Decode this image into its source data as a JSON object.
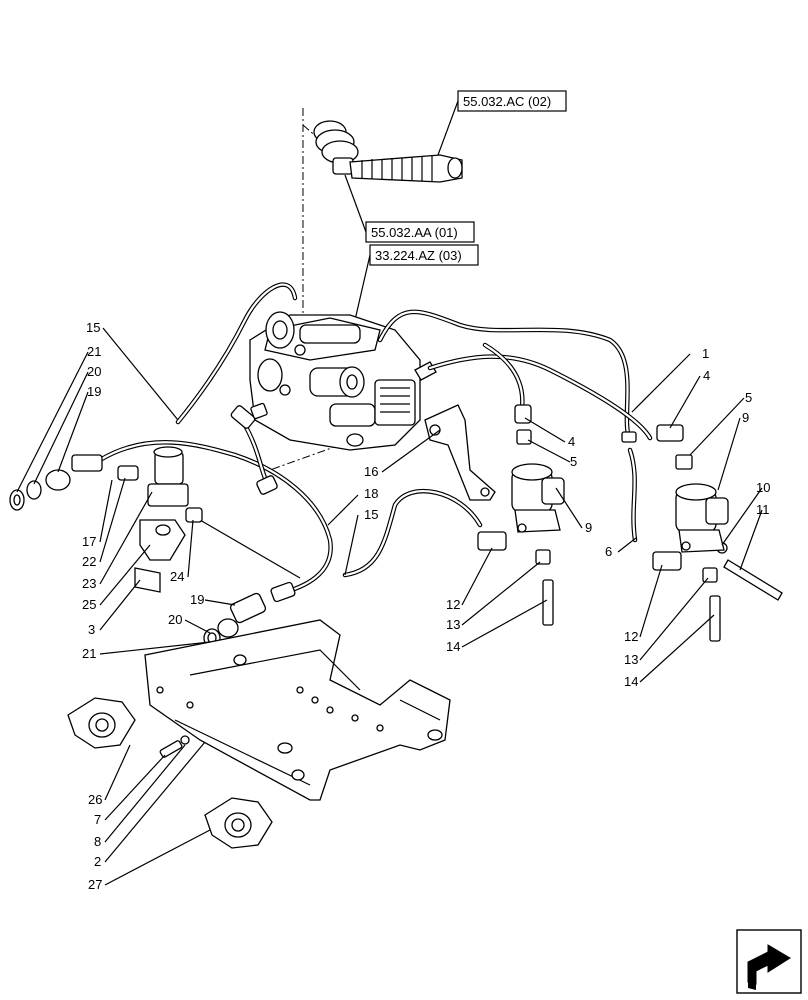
{
  "references": [
    {
      "id": "ref-55-032-ac-02",
      "text": "55.032.AC (02)"
    },
    {
      "id": "ref-55-032-aa-01",
      "text": "55.032.AA (01)"
    },
    {
      "id": "ref-33-224-az-03",
      "text": "33.224.AZ (03)"
    }
  ],
  "callouts": [
    {
      "id": "c15a",
      "text": "15"
    },
    {
      "id": "c21a",
      "text": "21"
    },
    {
      "id": "c20a",
      "text": "20"
    },
    {
      "id": "c19a",
      "text": "19"
    },
    {
      "id": "c1",
      "text": "1"
    },
    {
      "id": "c4a",
      "text": "4"
    },
    {
      "id": "c5a",
      "text": "5"
    },
    {
      "id": "c9a",
      "text": "9"
    },
    {
      "id": "c4b",
      "text": "4"
    },
    {
      "id": "c5b",
      "text": "5"
    },
    {
      "id": "c16",
      "text": "16"
    },
    {
      "id": "c10",
      "text": "10"
    },
    {
      "id": "c11",
      "text": "11"
    },
    {
      "id": "c18",
      "text": "18"
    },
    {
      "id": "c15b",
      "text": "15"
    },
    {
      "id": "c9b",
      "text": "9"
    },
    {
      "id": "c6",
      "text": "6"
    },
    {
      "id": "c17",
      "text": "17"
    },
    {
      "id": "c22",
      "text": "22"
    },
    {
      "id": "c23",
      "text": "23"
    },
    {
      "id": "c25",
      "text": "25"
    },
    {
      "id": "c3",
      "text": "3"
    },
    {
      "id": "c24",
      "text": "24"
    },
    {
      "id": "c19b",
      "text": "19"
    },
    {
      "id": "c20b",
      "text": "20"
    },
    {
      "id": "c21b",
      "text": "21"
    },
    {
      "id": "c12a",
      "text": "12"
    },
    {
      "id": "c13a",
      "text": "13"
    },
    {
      "id": "c14a",
      "text": "14"
    },
    {
      "id": "c12b",
      "text": "12"
    },
    {
      "id": "c13b",
      "text": "13"
    },
    {
      "id": "c14b",
      "text": "14"
    },
    {
      "id": "c26",
      "text": "26"
    },
    {
      "id": "c7",
      "text": "7"
    },
    {
      "id": "c8",
      "text": "8"
    },
    {
      "id": "c2",
      "text": "2"
    },
    {
      "id": "c27",
      "text": "27"
    }
  ],
  "navigation": {
    "icon": "next-page-arrow-icon"
  }
}
